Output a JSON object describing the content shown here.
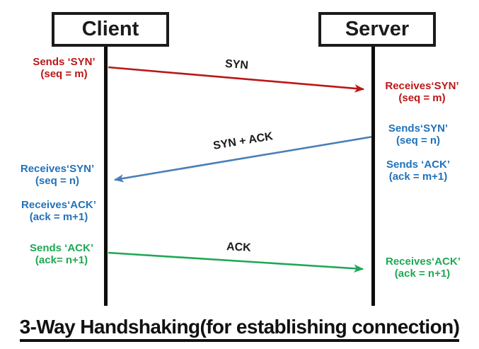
{
  "title": "3-Way Handshaking(for establishing connection)",
  "colors": {
    "syn": "#bb1717",
    "syn_ack_arrow": "#4a7ebb",
    "syn_ack_text": "#2272b9",
    "ack": "#1fa854",
    "ink": "#1b1b1b"
  },
  "actors": [
    {
      "label": "Client"
    },
    {
      "label": "Server"
    }
  ],
  "arrows": [
    {
      "name": "syn",
      "label": "SYN",
      "from": "Client",
      "to": "Server"
    },
    {
      "name": "syn-ack",
      "label": "SYN + ACK",
      "from": "Server",
      "to": "Client"
    },
    {
      "name": "ack",
      "label": "ACK",
      "from": "Client",
      "to": "Server"
    }
  ],
  "notes": [
    {
      "id": "client-sends-syn",
      "line1": "Sends ‘SYN’",
      "line2": "(seq = m)"
    },
    {
      "id": "server-receives-syn",
      "line1": "Receives‘SYN’",
      "line2": "(seq = m)"
    },
    {
      "id": "server-sends-syn",
      "line1": "Sends‘SYN’",
      "line2": "(seq = n)"
    },
    {
      "id": "server-sends-ack",
      "line1": "Sends ‘ACK’",
      "line2": "(ack = m+1)"
    },
    {
      "id": "client-receives-syn",
      "line1": "Receives‘SYN’",
      "line2": "(seq = n)"
    },
    {
      "id": "client-receives-ack",
      "line1": "Receives‘ACK’",
      "line2": "(ack = m+1)"
    },
    {
      "id": "client-sends-ack",
      "line1": "Sends ‘ACK’",
      "line2": "(ack= n+1)"
    },
    {
      "id": "server-receives-ack",
      "line1": "Receives‘ACK’",
      "line2": "(ack = n+1)"
    }
  ]
}
